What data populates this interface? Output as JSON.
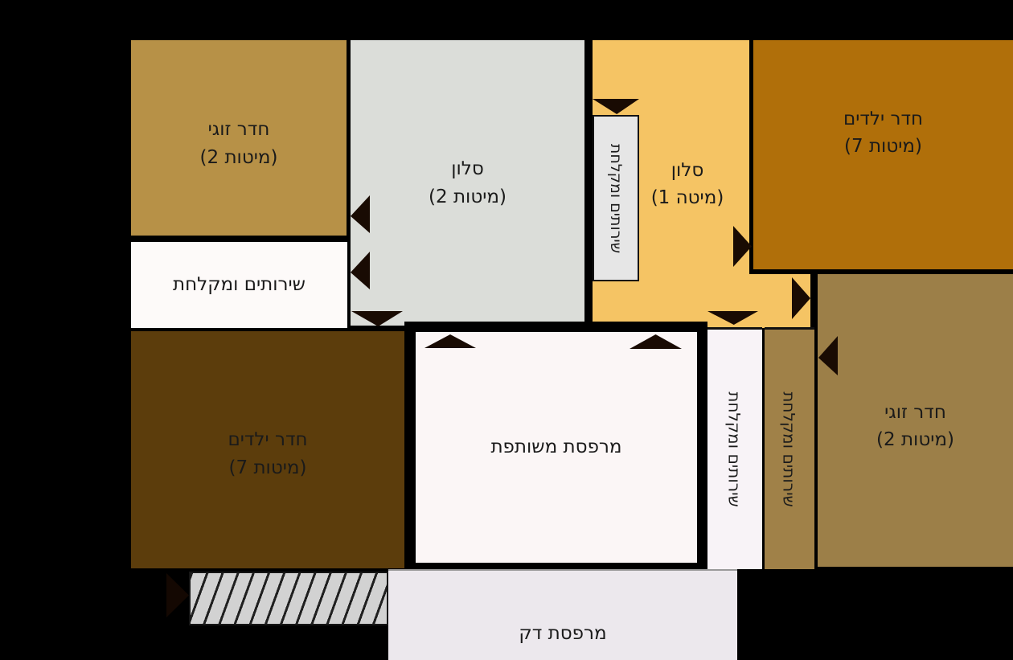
{
  "palette": {
    "background": "#000000",
    "wall": "#000000",
    "door_marker": "#190b03",
    "hatch_fill": "#d2d2d2",
    "hatch_line": "#202020",
    "text": "#1a1a1a"
  },
  "rooms": {
    "couple_top_left": {
      "name": "חדר זוגי",
      "beds": "(2 מיטות)",
      "color": "#B79147"
    },
    "salon_center": {
      "name": "סלון",
      "beds": "(2 מיטות)",
      "color": "#DBDDD9"
    },
    "salon_east": {
      "name": "סלון",
      "beds": "(1 מיטה)",
      "color": "#F5C464"
    },
    "children_top_right": {
      "name": "חדר ילדים",
      "beds": "(7 מיטות)",
      "color": "#B06F0A"
    },
    "bath_west": {
      "name": "שירותים ומקלחת",
      "color": "#FDFAF9"
    },
    "closet_salon_east": {
      "name": "שירותים ומקלחת",
      "color": "#E6E6E6"
    },
    "children_bottom_left": {
      "name": "חדר ילדים",
      "beds": "(7 מיטות)",
      "color": "#5C3D0C"
    },
    "shared_balcony": {
      "name": "מרפסת משותפת",
      "color": "#FBF6F6"
    },
    "bath_strip_inner": {
      "name": "שירותים ומקלחת",
      "color": "#F8F3F7"
    },
    "bath_strip_outer": {
      "name": "שירותים ומקלחת",
      "color": "#A08148"
    },
    "couple_bottom_right": {
      "name": "חדר זוגי",
      "beds": "(2 מיטות)",
      "color": "#9C7F48"
    },
    "deck_balcony": {
      "name": "מרפסת דק",
      "color": "#ECE8ED"
    }
  }
}
